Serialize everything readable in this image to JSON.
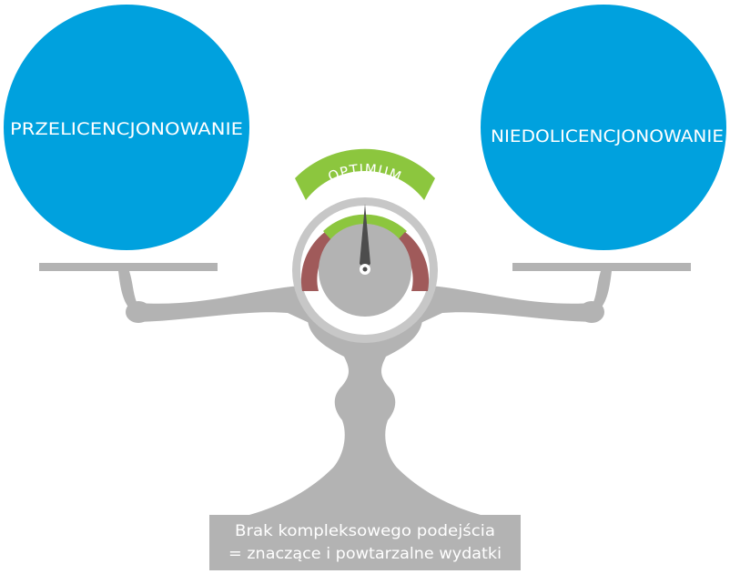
{
  "left_circle": {
    "label": "PRZELICENCJONOWANIE"
  },
  "right_circle": {
    "label": "NIEDOLICENCJONOWANIE"
  },
  "gauge": {
    "label": "OPTIMUM"
  },
  "base": {
    "line1": "Brak kompleksowego podejścia",
    "line2": "= znaczące i powtarzalne wydatki"
  },
  "colors": {
    "circle": "#00a1de",
    "scale": "#b3b3b3",
    "gauge_ring": "#c7c7c7",
    "gauge_red": "#a05a5a",
    "gauge_green": "#8cc63e",
    "needle": "#4d4d4d"
  }
}
